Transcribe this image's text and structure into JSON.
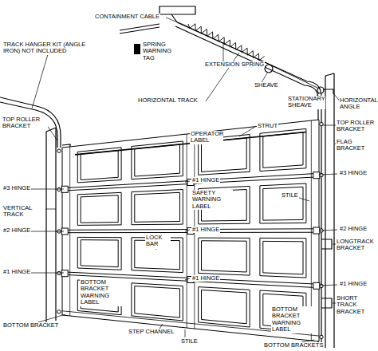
{
  "diagram": {
    "labels": [
      "CONTAINMENT CABLE",
      "TRACK HANGER KIT (ANGLE IRON) NOT INCLUDED",
      "SPRING WARNING TAG",
      "EXTENSION SPRING",
      "SHEAVE",
      "HORIZONTAL TRACK",
      "STATIONARY SHEAVE",
      "HORIZONTAL ANGLE",
      "TOP ROLLER BRACKET",
      "STRUT",
      "TOP ROLLER BRACKET",
      "FLAG BRACKET",
      "OPERATOR LABEL",
      "#1 HINGE",
      "#3 HINGE",
      "#3 HINGE",
      "SAFETY WARNING LABEL",
      "STILE",
      "VERTICAL TRACK",
      "#1 HINGE",
      "#2 HINGE",
      "#2 HINGE",
      "LONGTRACK BRACKET",
      "LOCK BAR",
      "#1 HINGE",
      "#1 HINGE",
      "#1 HINGE",
      "BOTTOM BRACKET WARNING LABEL",
      "BOTTOM BRACKET WARNING LABEL",
      "SHORT TRACK BRACKET",
      "BOTTOM BRACKET",
      "STEP CHANNEL",
      "STILE",
      "BOTTOM BRACKETS"
    ]
  }
}
